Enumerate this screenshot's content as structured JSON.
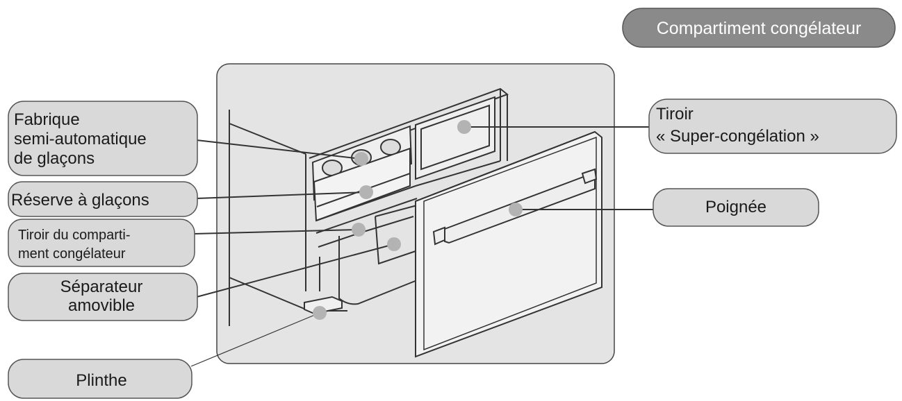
{
  "title": "Compartiment  congélateur",
  "colors": {
    "title_background": "#8a8a8a",
    "label_background": "#d9d9d9",
    "panel_background": "#e4e4e4",
    "line": "#333333",
    "marker": "#b3b3b3"
  },
  "labels": {
    "fabrique": [
      "Fabrique",
      "semi-automatique",
      "de glaçons"
    ],
    "reserve": "Réserve à glaçons",
    "tiroir_comp": [
      "Tiroir du comparti-",
      "ment congélateur"
    ],
    "separateur": [
      "Séparateur",
      "amovible"
    ],
    "plinthe": "Plinthe",
    "super": [
      "Tiroir",
      "« Super-congélation »"
    ],
    "poignee": "Poignée"
  }
}
